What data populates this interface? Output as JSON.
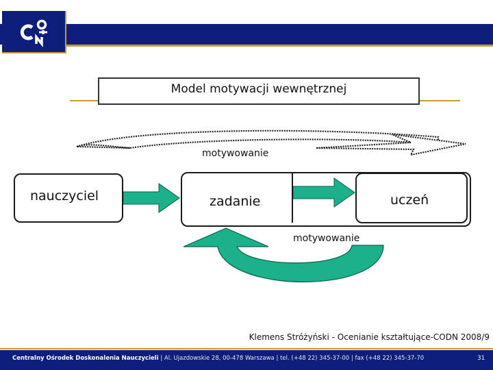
{
  "slide": {
    "title": "Model motywacji wewnętrznej",
    "top_arrow_label": "motywowanie",
    "bottom_arrow_label": "motywowanie",
    "nodes": {
      "teacher": "nauczyciel",
      "task": "zadanie",
      "student": "uczeń"
    },
    "credit": "Klemens Stróżyński - Ocenianie kształtujące-CODN 2008/9"
  },
  "footer": {
    "org": "Centralny Ośrodek Doskonalenia Nauczycieli",
    "address": "Al. Ujazdowskie 28, 00-478 Warszawa",
    "phone": "tel. (+48 22) 345-37-00",
    "fax": "fax (+48 22) 345-37-70",
    "page_number": "31"
  },
  "colors": {
    "brand_navy": "#0d1f7a",
    "accent_gold": "#c99a2e",
    "arrow_green": "#1bb28a"
  },
  "icons": {
    "logo": "codn-logo-icon"
  }
}
